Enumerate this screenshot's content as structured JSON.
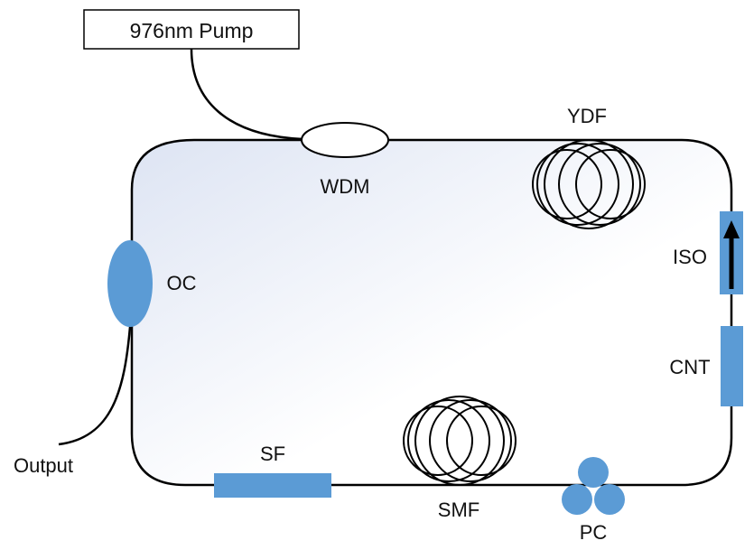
{
  "colors": {
    "component_blue": "#5b9bd5",
    "fiber": "#000000",
    "ring_gradient_start": "#dde4f3",
    "ring_gradient_end": "#ffffff"
  },
  "labels": {
    "pump": "976nm Pump",
    "wdm": "WDM",
    "ydf": "YDF",
    "iso": "ISO",
    "cnt": "CNT",
    "oc": "OC",
    "output": "Output",
    "sf": "SF",
    "smf": "SMF",
    "pc": "PC"
  }
}
